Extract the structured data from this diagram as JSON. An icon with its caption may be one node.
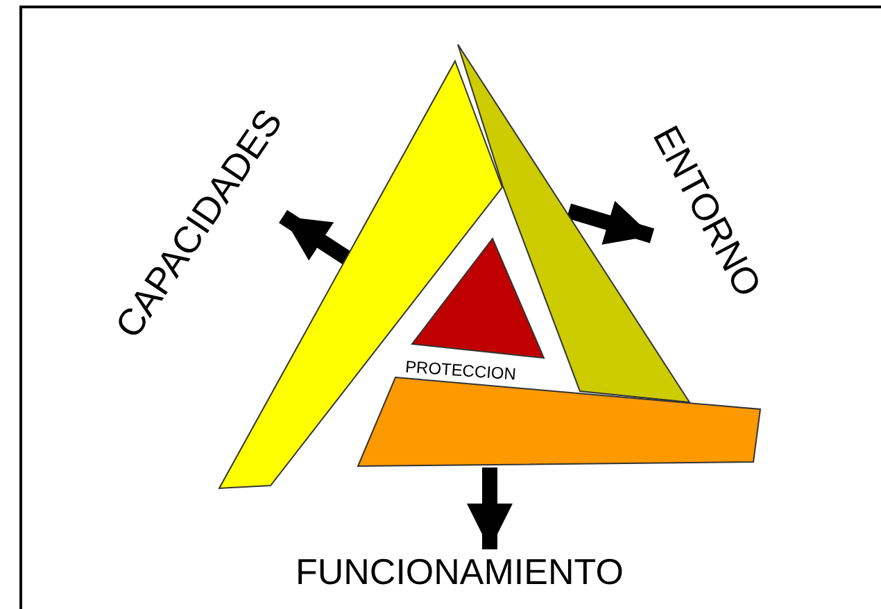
{
  "diagram": {
    "nodes": [
      {
        "text": [],
        "shape": "bar"
      },
      {
        "text": [],
        "shape": "bar"
      },
      {
        "text": [],
        "shape": "bar"
      },
      {
        "text": [
          "PROTECCION"
        ]
      },
      {
        "text": [
          "CAPACIDADES"
        ]
      },
      {
        "text": [
          "ENTORNO"
        ]
      },
      {
        "text": [
          "FUNCIONAMIENTO"
        ]
      }
    ],
    "edges": [
      {
        "from": 0,
        "to": 4,
        "arrow": "to"
      },
      {
        "from": 1,
        "to": 5,
        "arrow": "to"
      },
      {
        "from": 2,
        "to": 6,
        "arrow": "to"
      }
    ]
  }
}
